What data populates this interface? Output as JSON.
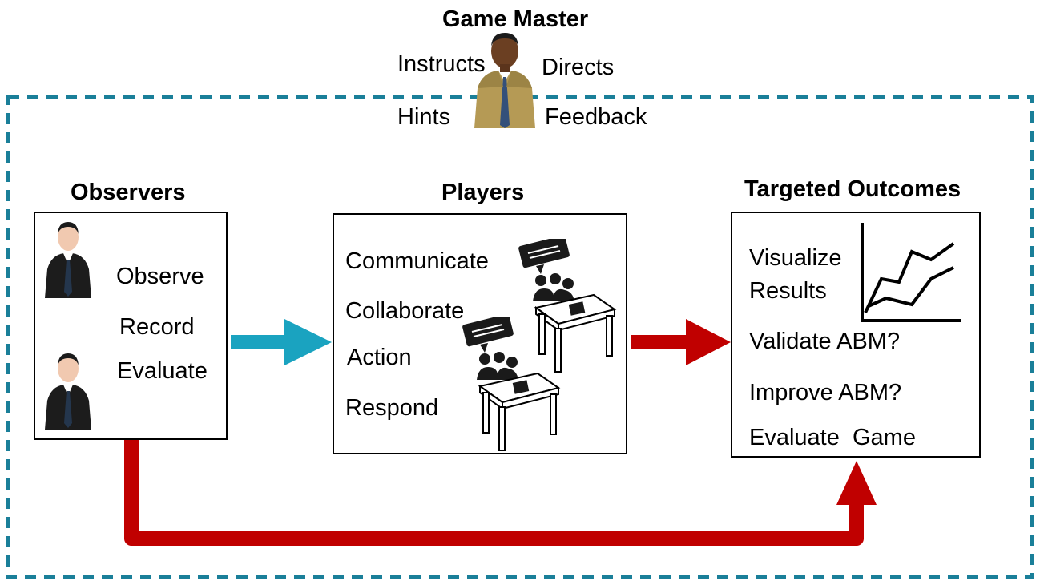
{
  "game_master": {
    "title": "Game Master",
    "roles": [
      "Instructs",
      "Directs",
      "Hints",
      "Feedback"
    ]
  },
  "observers": {
    "title": "Observers",
    "actions": [
      "Observe",
      "Record",
      "Evaluate"
    ]
  },
  "players": {
    "title": "Players",
    "actions": [
      "Communicate",
      "Collaborate",
      "Action",
      "Respond"
    ]
  },
  "outcomes": {
    "title": "Targeted Outcomes",
    "items": [
      "Visualize",
      "Results",
      "Validate ABM?",
      "Improve ABM?",
      "Evaluate  Game"
    ]
  },
  "colors": {
    "frame_dash": "#1a7f99",
    "blue_arrow": "#1aa3c0",
    "red_arrow": "#c00000",
    "box_border": "#000000"
  },
  "icons": [
    "businessman-icon",
    "observer-person-icon",
    "team-table-icon",
    "line-chart-icon"
  ]
}
